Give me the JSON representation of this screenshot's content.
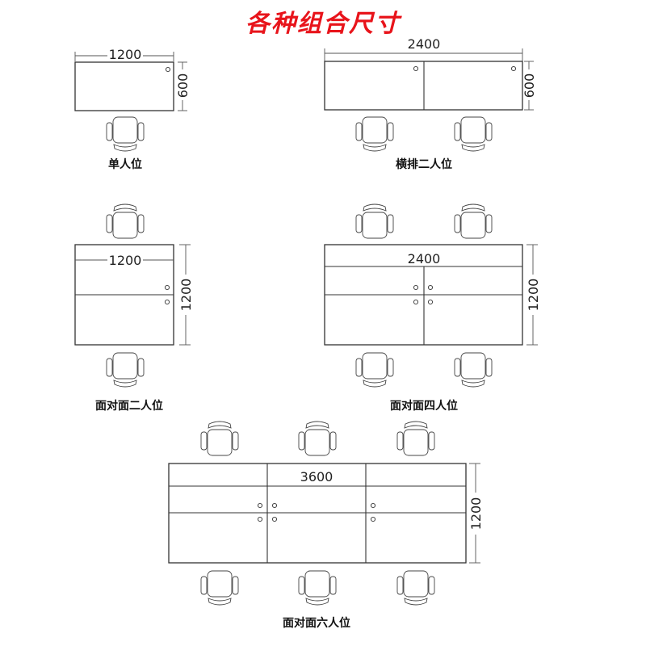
{
  "title": "各种组合尺寸",
  "title_color": "#e8141b",
  "layouts": {
    "single": {
      "caption": "单人位",
      "width_label": "1200",
      "depth_label": "600"
    },
    "double_row": {
      "caption": "横排二人位",
      "width_label": "2400",
      "depth_label": "600"
    },
    "face_two": {
      "caption": "面对面二人位",
      "width_label": "1200",
      "depth_label": "1200"
    },
    "face_four": {
      "caption": "面对面四人位",
      "width_label": "2400",
      "depth_label": "1200"
    },
    "face_six": {
      "caption": "面对面六人位",
      "width_label": "3600",
      "depth_label": "1200"
    }
  }
}
